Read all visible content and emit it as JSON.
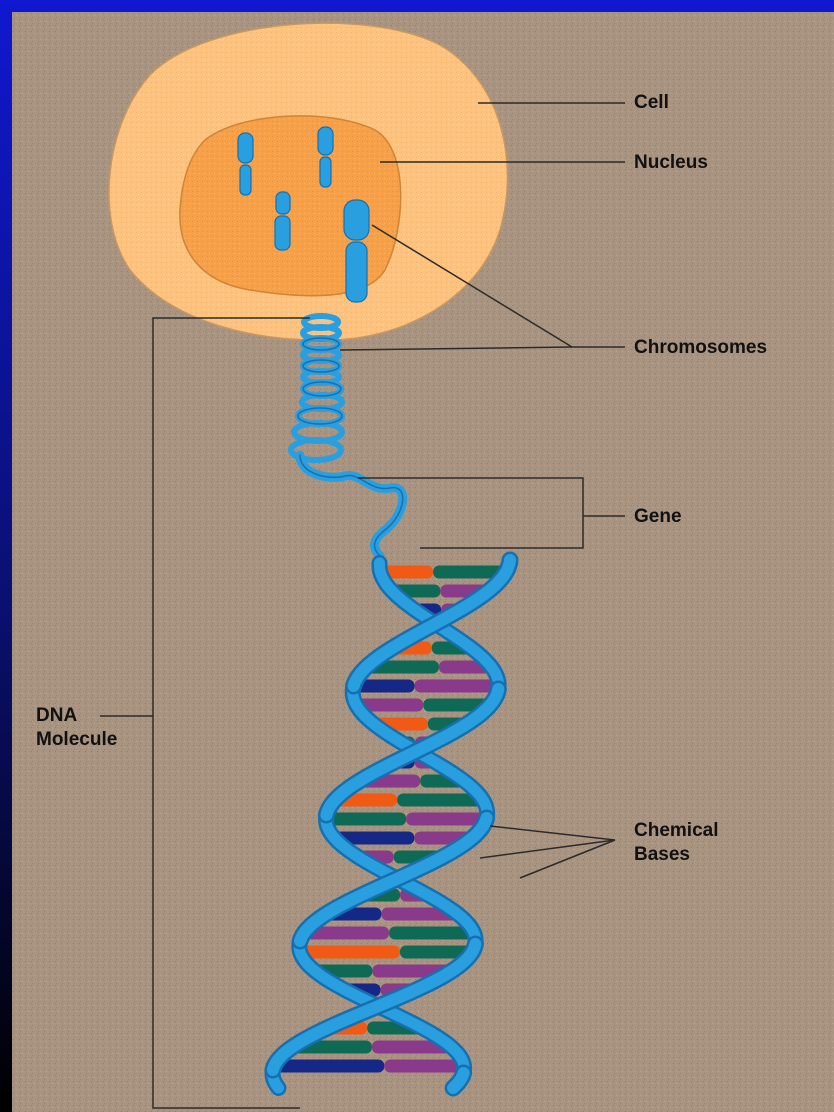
{
  "labels": {
    "cell": "Cell",
    "nucleus": "Nucleus",
    "chromosomes": "Chromosomes",
    "gene": "Gene",
    "dna_line1": "DNA",
    "dna_line2": "Molecule",
    "bases_line1": "Chemical",
    "bases_line2": "Bases"
  },
  "colors": {
    "frame_top": "#1018d0",
    "frame_bottom": "#000000",
    "background": "#a89480",
    "cell": "#fcc27e",
    "nucleus": "#f6a04a",
    "dna_strand": "#2a9fe0",
    "dna_strand_dark": "#1670b0",
    "base_orange": "#f05a14",
    "base_green": "#0e6a55",
    "base_navy": "#152888",
    "base_purple": "#8a3a8a",
    "leader_line": "#2b2b2b"
  }
}
